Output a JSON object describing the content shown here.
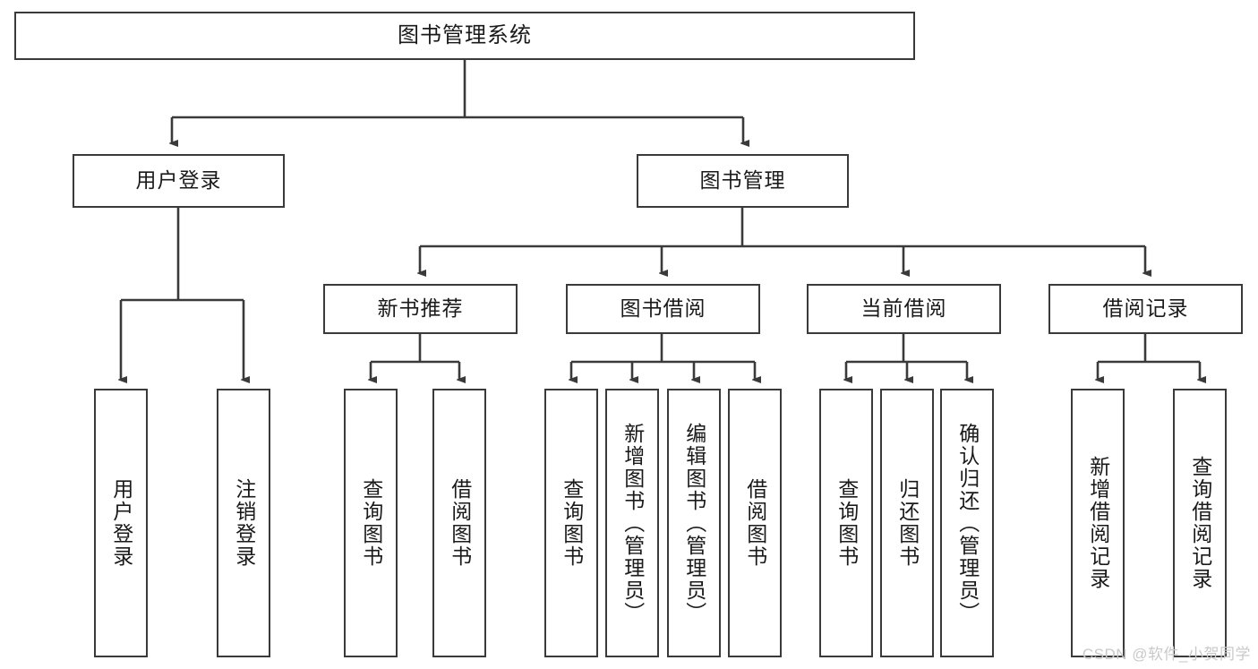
{
  "diagram": {
    "title": "图书管理系统",
    "type": "hierarchy-tree",
    "colors": {
      "box_border": "#3a3a3a",
      "box_fill": "#ffffff",
      "connector": "#3a3a3a",
      "text": "#1a1a1a",
      "watermark": "#c9c9c9"
    },
    "levels": {
      "level1": [
        {
          "id": "root",
          "label": "图书管理系统"
        }
      ],
      "level2": [
        {
          "id": "user-login",
          "label": "用户登录"
        },
        {
          "id": "book-manage",
          "label": "图书管理"
        }
      ],
      "level3": [
        {
          "id": "new-book-recommend",
          "label": "新书推荐",
          "parent": "book-manage"
        },
        {
          "id": "book-borrow",
          "label": "图书借阅",
          "parent": "book-manage"
        },
        {
          "id": "current-borrow",
          "label": "当前借阅",
          "parent": "book-manage"
        },
        {
          "id": "borrow-record",
          "label": "借阅记录",
          "parent": "book-manage"
        }
      ],
      "leaves": [
        {
          "id": "leaf-user-login",
          "label": "用户登录",
          "parent": "user-login"
        },
        {
          "id": "leaf-logout",
          "label": "注销登录",
          "parent": "user-login"
        },
        {
          "id": "leaf-query-book-1",
          "label": "查询图书",
          "parent": "new-book-recommend"
        },
        {
          "id": "leaf-borrow-book-1",
          "label": "借阅图书",
          "parent": "new-book-recommend"
        },
        {
          "id": "leaf-query-book-2",
          "label": "查询图书",
          "parent": "book-borrow"
        },
        {
          "id": "leaf-add-book",
          "label": "新增图书（管理员）",
          "parent": "book-borrow"
        },
        {
          "id": "leaf-edit-book",
          "label": "编辑图书（管理员）",
          "parent": "book-borrow"
        },
        {
          "id": "leaf-borrow-book-2",
          "label": "借阅图书",
          "parent": "book-borrow"
        },
        {
          "id": "leaf-query-book-3",
          "label": "查询图书",
          "parent": "current-borrow"
        },
        {
          "id": "leaf-return-book",
          "label": "归还图书",
          "parent": "current-borrow"
        },
        {
          "id": "leaf-confirm-return",
          "label": "确认归还（管理员）",
          "parent": "current-borrow"
        },
        {
          "id": "leaf-add-record",
          "label": "新增借阅记录",
          "parent": "borrow-record"
        },
        {
          "id": "leaf-query-record",
          "label": "查询借阅记录",
          "parent": "borrow-record"
        }
      ]
    },
    "watermark": "CSDN @软件_小贺同学"
  }
}
